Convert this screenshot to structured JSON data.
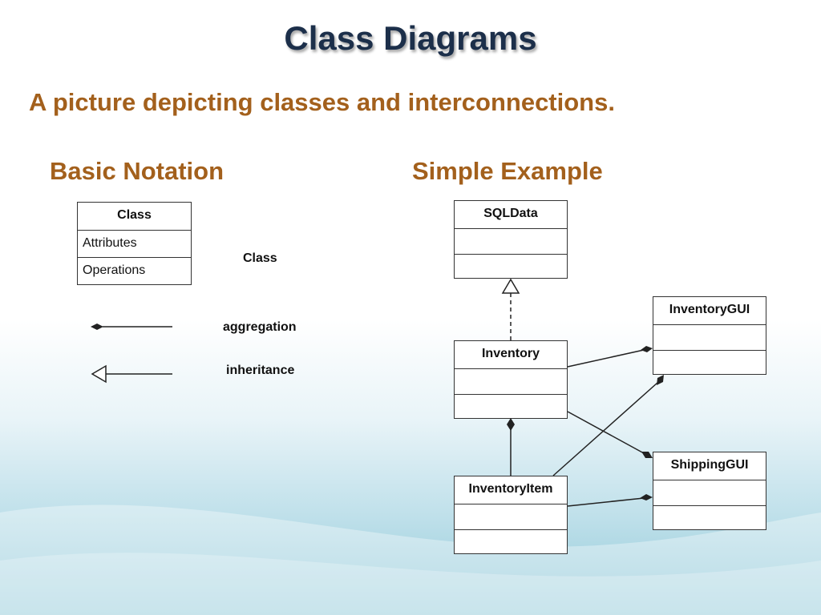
{
  "slide": {
    "title": "Class Diagrams",
    "subtitle": "A picture depicting classes and interconnections."
  },
  "basic_notation": {
    "heading": "Basic Notation",
    "class_box": {
      "name": "Class",
      "attributes": "Attributes",
      "operations": "Operations"
    },
    "class_label": "Class",
    "aggregation_label": "aggregation",
    "inheritance_label": "inheritance"
  },
  "simple_example": {
    "heading": "Simple Example",
    "classes": {
      "sqldata": "SQLData",
      "inventory": "Inventory",
      "inventory_item": "InventoryItem",
      "inventory_gui": "InventoryGUI",
      "shipping_gui": "ShippingGUI"
    },
    "relationships": [
      {
        "from": "Inventory",
        "to": "SQLData",
        "type": "realization"
      },
      {
        "from": "Inventory",
        "to": "InventoryGUI",
        "type": "aggregation"
      },
      {
        "from": "Inventory",
        "to": "ShippingGUI",
        "type": "aggregation"
      },
      {
        "from": "InventoryItem",
        "to": "Inventory",
        "type": "aggregation"
      },
      {
        "from": "InventoryItem",
        "to": "InventoryGUI",
        "type": "aggregation"
      },
      {
        "from": "InventoryItem",
        "to": "ShippingGUI",
        "type": "aggregation"
      }
    ]
  }
}
